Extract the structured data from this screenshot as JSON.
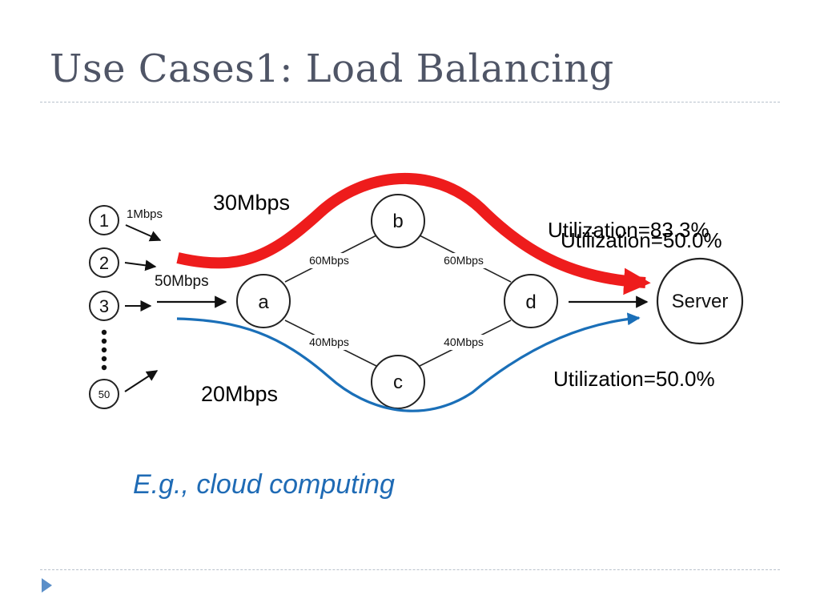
{
  "slide": {
    "title": "Use Cases1: Load Balancing",
    "caption": "E.g.,  cloud computing"
  },
  "colors": {
    "upper_flow": "#ee1c1c",
    "lower_flow": "#1a6fb8",
    "title": "#4f5566",
    "caption": "#1f6bb5"
  },
  "diagram": {
    "sources": [
      "1",
      "2",
      "3",
      "50"
    ],
    "source_rate": "1Mbps",
    "aggregate_rate": "50Mbps",
    "nodes": {
      "a": "a",
      "b": "b",
      "c": "c",
      "d": "d",
      "server": "Server"
    },
    "links": {
      "a_b": "60Mbps",
      "b_d": "60Mbps",
      "a_c": "40Mbps",
      "c_d": "40Mbps"
    },
    "upper_flow_rate": "30Mbps",
    "lower_flow_rate": "20Mbps",
    "utilization_upper_a": "Utilization=83.3%",
    "utilization_upper_b": "Utilization=50.0%",
    "utilization_lower": "Utilization=50.0%"
  }
}
